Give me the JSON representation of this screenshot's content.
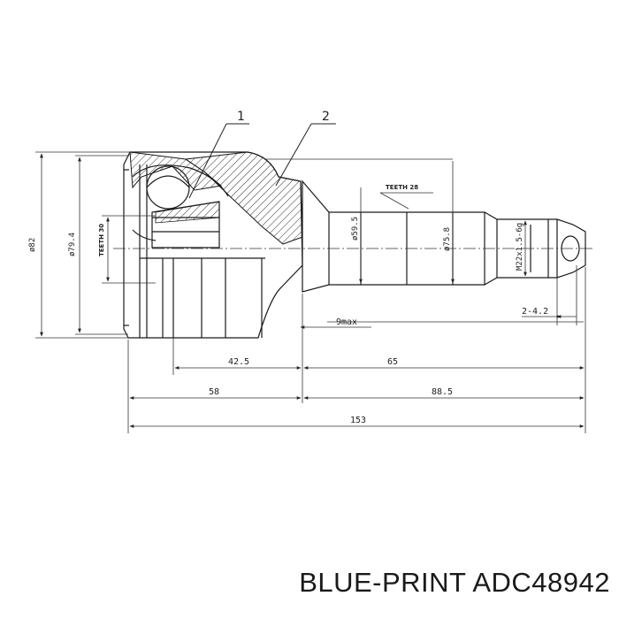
{
  "caption": {
    "brand": "BLUE-PRINT",
    "part_number": "ADC48942"
  },
  "callouts": {
    "c1": "1",
    "c2": "2"
  },
  "dimensions": {
    "d82": "ø82",
    "d79_4": "ø79.4",
    "teeth30": "TEETH 30",
    "d59_5": "ø59.5",
    "d75_8": "ø75.8",
    "teeth28": "TEETH 28",
    "thread": "M22x1.5-6g",
    "clearance": "9max",
    "snap": "2-4.2",
    "l42_5": "42.5",
    "l65": "65",
    "l58": "58",
    "l88_5": "88.5",
    "l153": "153"
  }
}
